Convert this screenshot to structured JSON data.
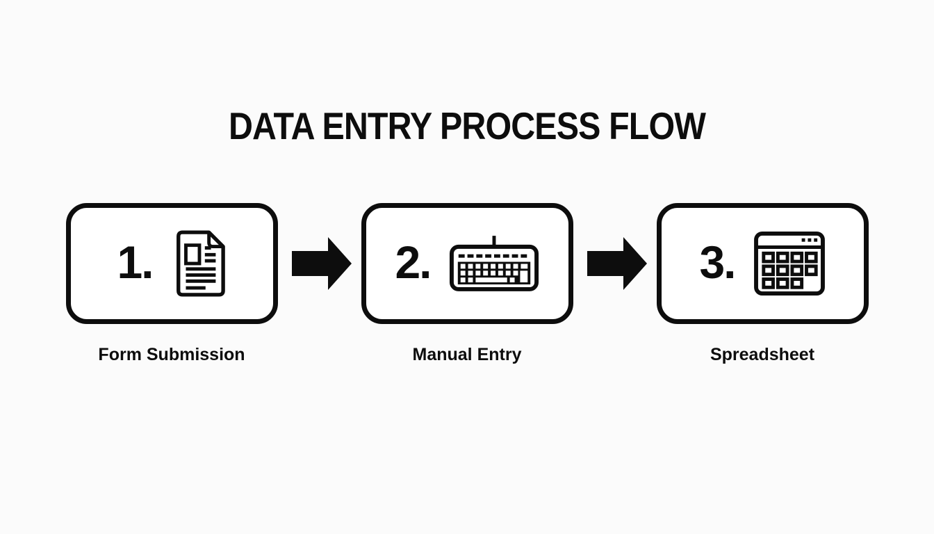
{
  "colors": {
    "background": "#fbfbfb",
    "ink": "#0d0d0d",
    "box_fill": "#ffffff"
  },
  "title": "DATA ENTRY PROCESS FLOW",
  "steps": [
    {
      "number": "1.",
      "icon": "document-icon",
      "label": "Form Submission"
    },
    {
      "number": "2.",
      "icon": "keyboard-icon",
      "label": "Manual Entry"
    },
    {
      "number": "3.",
      "icon": "spreadsheet-icon",
      "label": "Spreadsheet"
    }
  ],
  "connector": {
    "icon": "arrow-right-icon",
    "direction": "right",
    "count": 2
  }
}
